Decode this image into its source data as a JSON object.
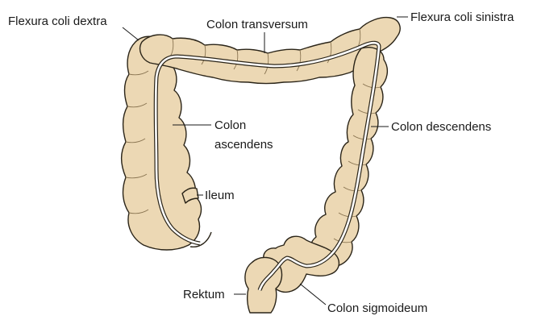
{
  "colors": {
    "tissue_fill": "#ecd8b4",
    "tissue_stroke": "#2a2418",
    "haustra_line": "#8a7552",
    "text": "#1a1a1a",
    "background": "#ffffff"
  },
  "labels": {
    "flexura_dextra": "Flexura coli dextra",
    "transversum": "Colon transversum",
    "flexura_sinistra": "Flexura coli sinistra",
    "ascendens_line1": "Colon",
    "ascendens_line2": "ascendens",
    "descendens": "Colon descendens",
    "ileum": "Ileum",
    "rektum": "Rektum",
    "sigmoideum": "Colon sigmoideum"
  }
}
